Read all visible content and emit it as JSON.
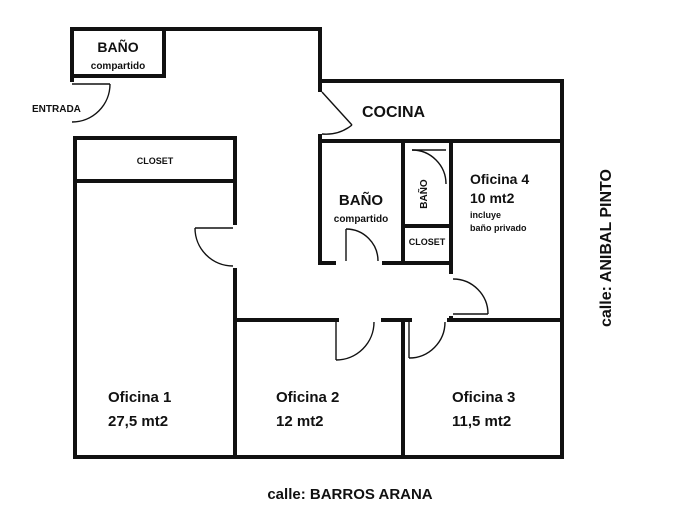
{
  "rooms": {
    "bano_top": {
      "title": "BAÑO",
      "sub": "compartido"
    },
    "entrada": "ENTRADA",
    "cocina": "COCINA",
    "closet_left": "CLOSET",
    "bano_mid": {
      "title": "BAÑO",
      "sub": "compartido"
    },
    "bano_small": "BAÑO",
    "closet_small": "CLOSET",
    "oficina4": {
      "name": "Oficina 4",
      "area": "10 mt2",
      "note1": "incluye",
      "note2": "baño privado"
    },
    "oficina1": {
      "name": "Oficina 1",
      "area": "27,5 mt2"
    },
    "oficina2": {
      "name": "Oficina 2",
      "area": "12 mt2"
    },
    "oficina3": {
      "name": "Oficina 3",
      "area": "11,5 mt2"
    }
  },
  "streets": {
    "bottom": "calle: BARROS ARANA",
    "right": "calle: ANIBAL PINTO"
  }
}
